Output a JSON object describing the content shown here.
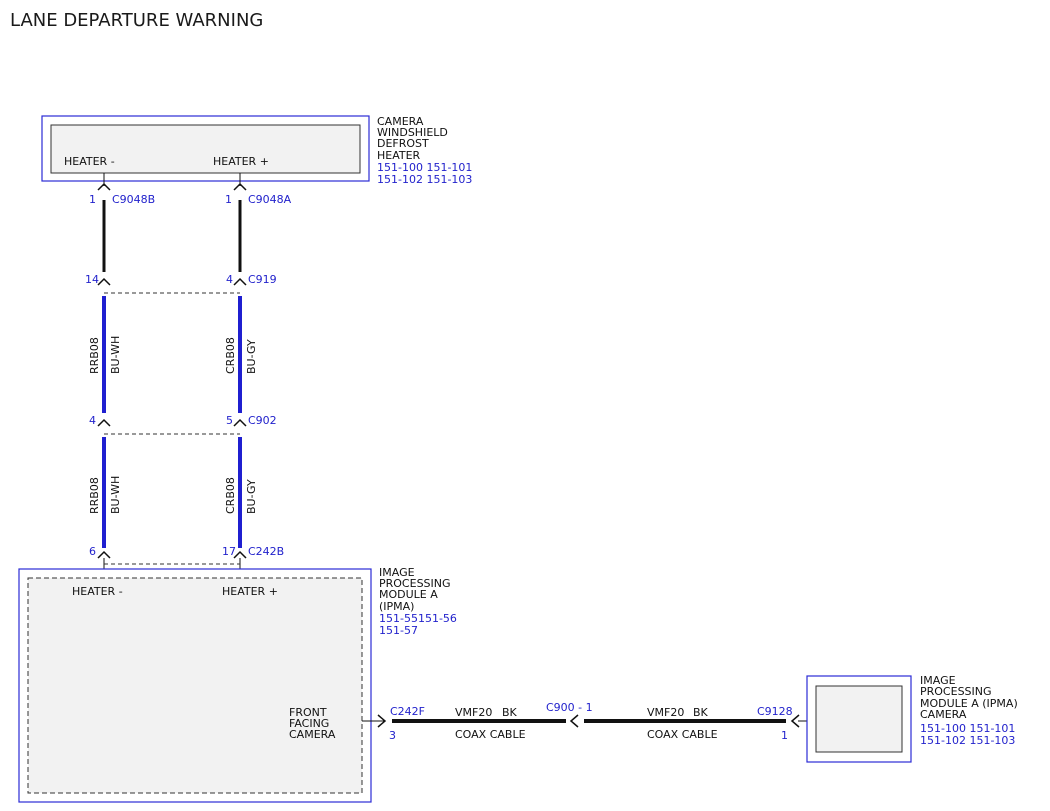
{
  "title": "LANE DEPARTURE WARNING",
  "colors": {
    "outline_blue": "#2b2bd6",
    "wire_blue": "#1f1fd0",
    "wire_black": "#111111",
    "ref_blue": "#2222cc",
    "box_fill": "#f2f2f2"
  },
  "defrost_heater": {
    "name_lines": [
      "CAMERA",
      "WINDSHIELD",
      "DEFROST",
      "HEATER"
    ],
    "refs": [
      "151-100 151-101",
      "151-102 151-103"
    ],
    "pin_minus": "HEATER -",
    "pin_plus": "HEATER +"
  },
  "connectors": {
    "c9048b": {
      "pin": "1",
      "name": "C9048B"
    },
    "c9048a": {
      "pin": "1",
      "name": "C9048A"
    },
    "c919_left_pin": "14",
    "c919_right_pin": "4",
    "c919_name": "C919",
    "c902_left_pin": "4",
    "c902_right_pin": "5",
    "c902_name": "C902",
    "c242b_left_pin": "6",
    "c242b_right_pin": "17",
    "c242b_name": "C242B",
    "c242f_name": "C242F",
    "c242f_pin": "3",
    "c900_label": "C900 - 1",
    "c9128_name": "C9128",
    "c9128_pin": "1"
  },
  "wires": {
    "left_upper": {
      "circuit": "RRB08",
      "color": "BU-WH"
    },
    "right_upper": {
      "circuit": "CRB08",
      "color": "BU-GY"
    },
    "left_lower": {
      "circuit": "RRB08",
      "color": "BU-WH"
    },
    "right_lower": {
      "circuit": "CRB08",
      "color": "BU-GY"
    },
    "coax_left": {
      "circuit": "VMF20",
      "color": "BK",
      "type": "COAX CABLE"
    },
    "coax_right": {
      "circuit": "VMF20",
      "color": "BK",
      "type": "COAX CABLE"
    }
  },
  "ipma": {
    "name_lines": [
      "IMAGE",
      "PROCESSING",
      "MODULE A",
      "(IPMA)"
    ],
    "refs": [
      "151-55151-56",
      "151-57"
    ],
    "pin_minus": "HEATER -",
    "pin_plus": "HEATER +",
    "front_camera_lines": [
      "FRONT",
      "FACING",
      "CAMERA"
    ]
  },
  "ipma_camera": {
    "name_lines": [
      "IMAGE",
      "PROCESSING",
      "MODULE A (IPMA)",
      "CAMERA"
    ],
    "refs": [
      "151-100 151-101",
      "151-102 151-103"
    ]
  }
}
